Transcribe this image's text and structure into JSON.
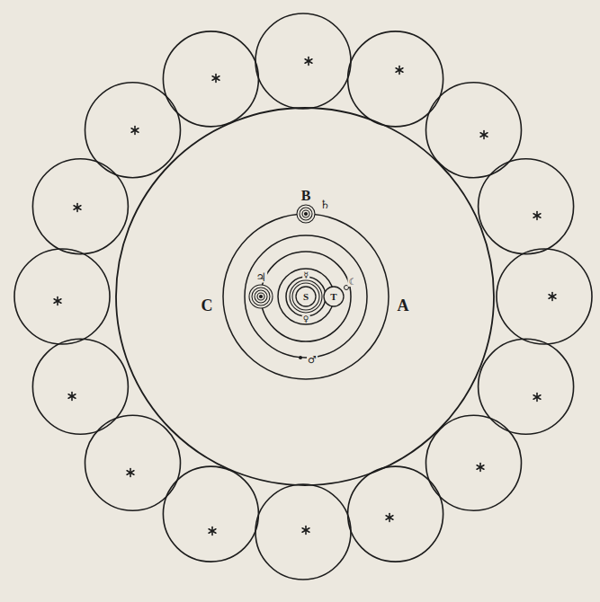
{
  "diagram": {
    "nodes": [
      {
        "text": [
          "S"
        ]
      },
      {
        "text": [
          "T"
        ]
      }
    ],
    "labels": [
      "B",
      "♄",
      "C",
      "♃",
      "A",
      "☿",
      "♀",
      "♂",
      "☾"
    ]
  }
}
